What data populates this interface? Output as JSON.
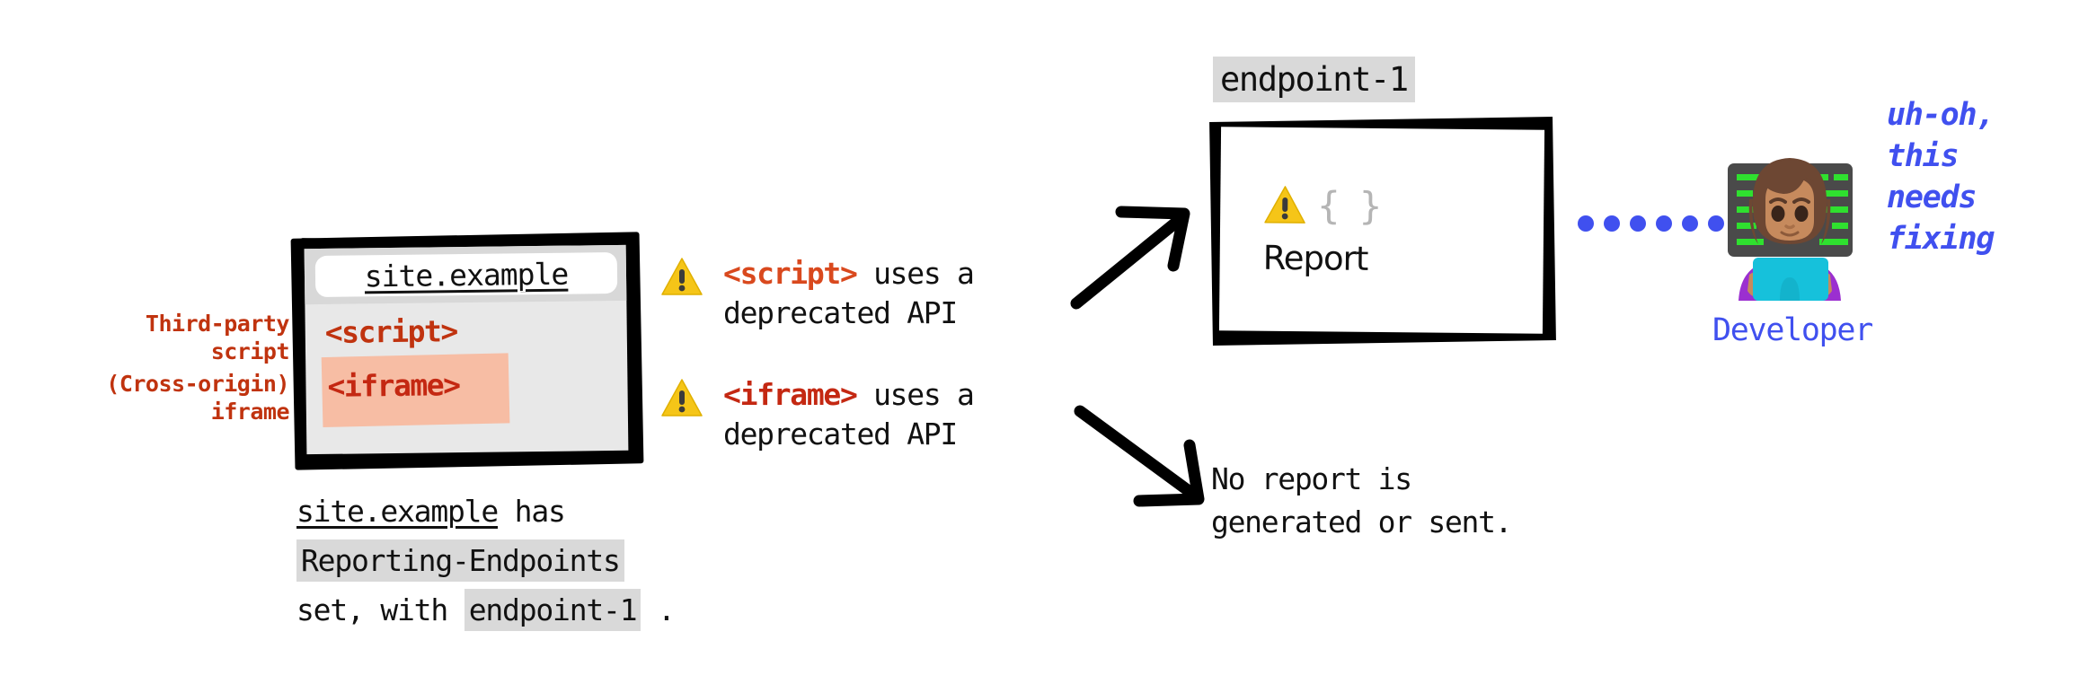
{
  "diagram": {
    "title_context": "Reporting API - cross-origin iframe report not generated"
  },
  "annotations": {
    "third_party_script": "Third-party\nscript",
    "cross_origin_iframe": "(Cross-origin)\niframe"
  },
  "browser": {
    "url": "site.example",
    "script_tag": "<script>",
    "iframe_tag": "<iframe>"
  },
  "caption": {
    "part1": "site.example",
    "part2": " has",
    "part3": "Reporting-Endpoints",
    "part4": "set, with ",
    "part5": "endpoint-1",
    "part6": " ."
  },
  "warnings": [
    {
      "icon": "warning-icon",
      "tag": "<script>",
      "rest": " uses a",
      "line2": "deprecated API"
    },
    {
      "icon": "warning-icon",
      "tag": "<iframe>",
      "rest": " uses a",
      "line2": "deprecated API"
    }
  ],
  "endpoint": {
    "label": "endpoint-1",
    "braces": "{ }",
    "report_text": "Report"
  },
  "no_report": {
    "text": "No report is\ngenerated or sent."
  },
  "developer": {
    "label": "Developer",
    "speech": "uh-oh,\nthis\nneeds\nfixing"
  },
  "colors": {
    "red_code": "#c0330f",
    "red_iframe": "#c42812",
    "orange_script": "#d9491e",
    "blue": "#4050ef",
    "chip_gray": "#d9d9d9",
    "iframe_highlight": "#f7bda4",
    "browser_bg": "#e8e8e8",
    "warning_yellow": "#f5c518"
  }
}
